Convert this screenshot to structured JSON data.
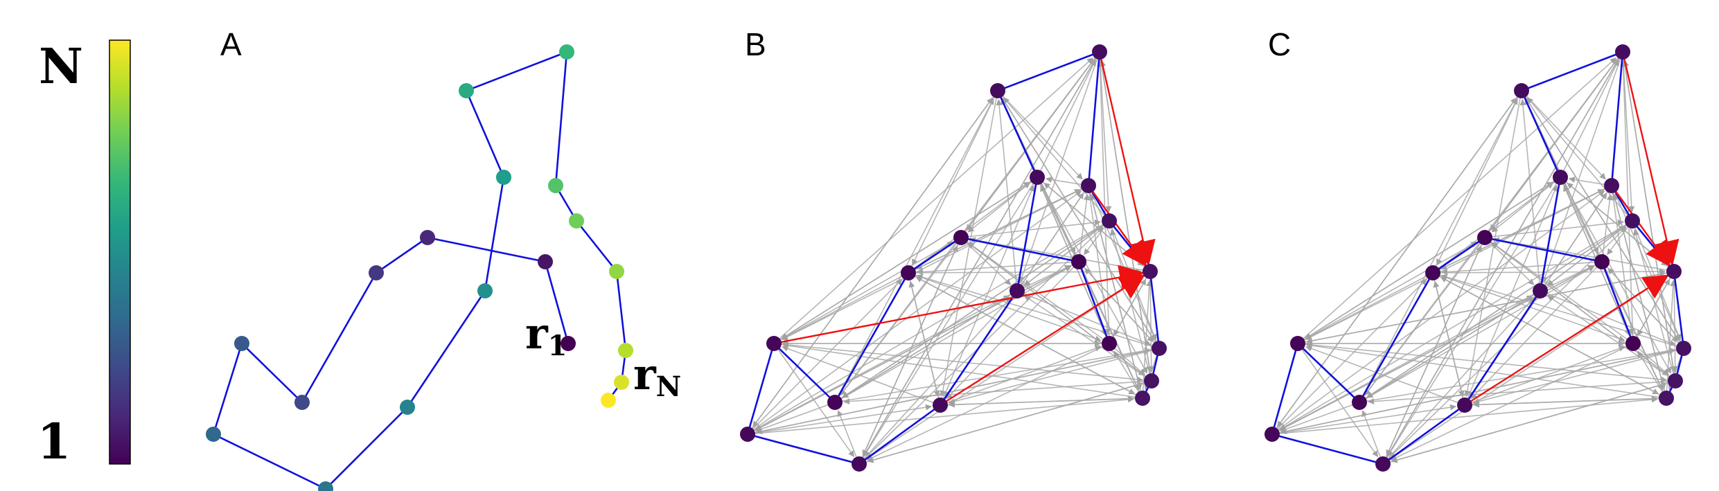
{
  "colorbar": {
    "top_label": "N",
    "bottom_label": "1",
    "colors": [
      "#fde725",
      "#b5de2b",
      "#6ece58",
      "#35b779",
      "#1f9e89",
      "#26828e",
      "#31688e",
      "#3e4989",
      "#482878",
      "#440154"
    ]
  },
  "panels": [
    {
      "label": "A"
    },
    {
      "label": "B"
    },
    {
      "label": "C"
    }
  ],
  "labels": {
    "first": {
      "main": "r",
      "sub": "1"
    },
    "last": {
      "main": "r",
      "sub": "N"
    }
  },
  "colors": {
    "chain": "#1010dd",
    "highlight": "#ee1111",
    "background_edges": "#a8a8a8"
  },
  "chain_length": 20
}
